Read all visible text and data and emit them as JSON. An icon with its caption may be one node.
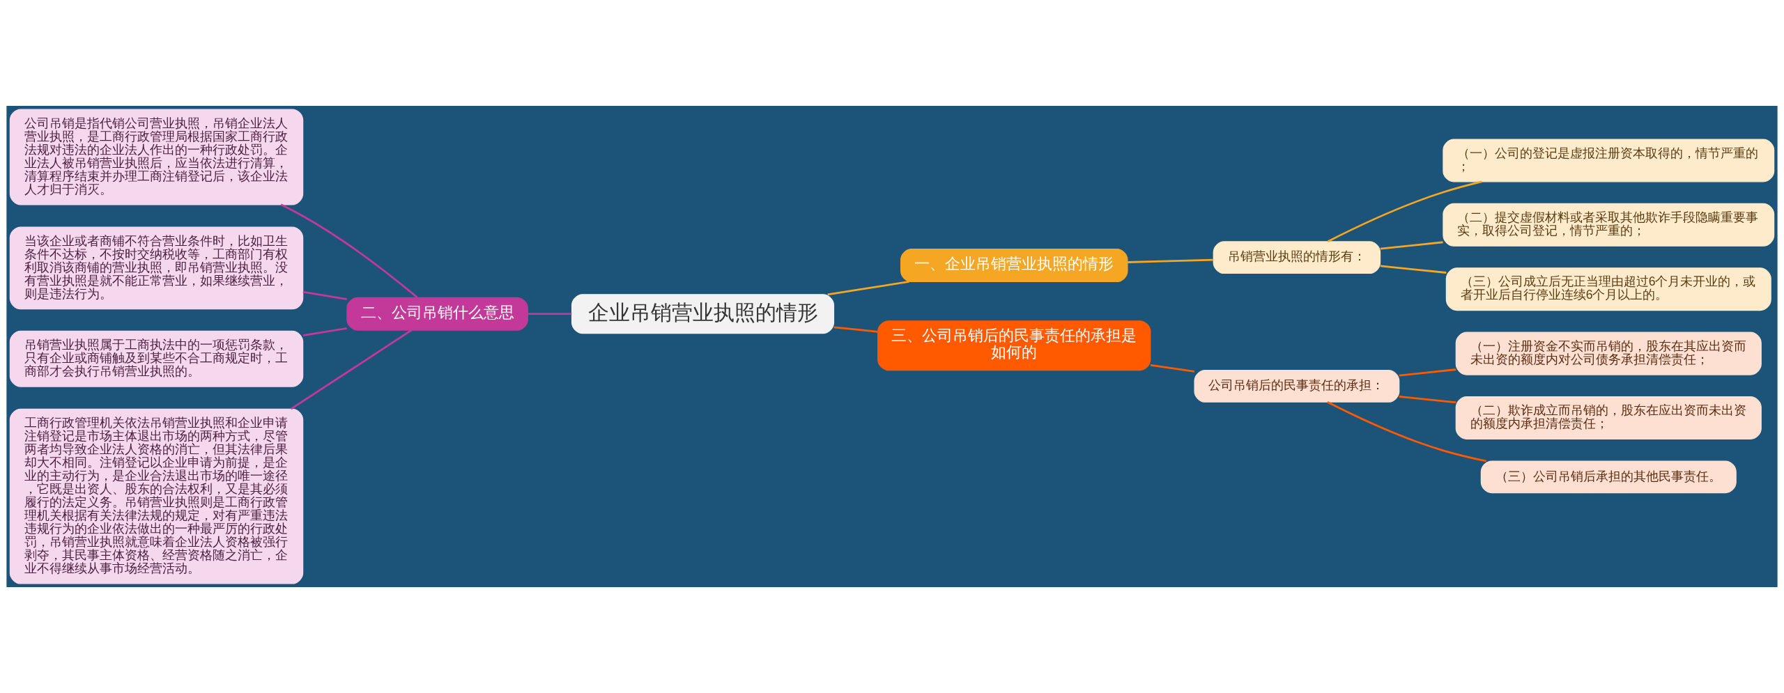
{
  "diagram": {
    "nodes": [
      {
        "text": [
          "企业吊销营业执照的情形"
        ]
      },
      {
        "text": [
          "一、企业吊销营业执照的情形"
        ]
      },
      {
        "text": [
          "吊销营业执照的情形有："
        ]
      },
      {
        "text": [
          "（一）公司的登记是虚报注册资本取得的，情节严重的；"
        ]
      },
      {
        "text": [
          "（二）提交虚假材料或者采取其他欺诈手段隐瞒重要事实，取得公司登记，情节严重的；"
        ]
      },
      {
        "text": [
          "（三）公司成立后无正当理由超过6个月未开业的，或者开业后自行停业连续6个月以上的。"
        ]
      },
      {
        "text": [
          "二、公司吊销什么意思"
        ]
      },
      {
        "text": [
          "公司吊销是指代销公司营业执照，吊销企业法人营业执照，是工商行政管理局根据国家工商行政法规对违法的企业法人作出的一种行政处罚。企业法人被吊销营业执照后，应当依法进行清算，清算程序结束并办理工商注销登记后，该企业法人才归于消灭。"
        ]
      },
      {
        "text": [
          "当该企业或者商铺不符合营业条件时，比如卫生条件不达标，不按时交纳税收等，工商部门有权利取消该商铺的营业执照，即吊销营业执照。没有营业执照是就不能正常营业，如果继续营业，则是违法行为。"
        ]
      },
      {
        "text": [
          "吊销营业执照属于工商执法中的一项惩罚条款，只有企业或商铺触及到某些不合工商规定时，工商部才会执行吊销营业执照的。"
        ]
      },
      {
        "text": [
          "工商行政管理机关依法吊销营业执照和企业申请注销登记是市场主体退出市场的两种方式，尽管两者均导致企业法人资格的消亡，但其法律后果却大不相同。注销登记以企业申请为前提，是企业的主动行为，是企业合法退出市场的唯一途径，它既是出资人、股东的合法权利，又是其必须履行的法定义务。吊销营业执照则是工商行政管理机关根据有关法律法规的规定，对有严重违法违规行为的企业依法做出的一种最严厉的行政处罚，吊销营业执照就意味着企业法人资格被强行剥夺，其民事主体资格、经营资格随之消亡，企业不得继续从事市场经营活动。"
        ]
      },
      {
        "text": [
          "三、公司吊销后的民事责任的承担是如何的"
        ]
      },
      {
        "text": [
          "公司吊销后的民事责任的承担："
        ]
      },
      {
        "text": [
          "（一）注册资金不实而吊销的，股东在其应出资而未出资的额度内对公司债务承担清偿责任；"
        ]
      },
      {
        "text": [
          "（二）欺诈成立而吊销的，股东在应出资而未出资的额度内承担清偿责任；"
        ]
      },
      {
        "text": [
          "（三）公司吊销后承担的其他民事责任。"
        ]
      }
    ],
    "edges": [
      {
        "from": 0,
        "to": 1,
        "arrow": "none",
        "color": "#f5a623"
      },
      {
        "from": 1,
        "to": 2,
        "arrow": "none",
        "color": "#f5a623"
      },
      {
        "from": 2,
        "to": 3,
        "arrow": "none",
        "color": "#f5a623"
      },
      {
        "from": 2,
        "to": 4,
        "arrow": "none",
        "color": "#f5a623"
      },
      {
        "from": 2,
        "to": 5,
        "arrow": "none",
        "color": "#f5a623"
      },
      {
        "from": 6,
        "to": 0,
        "arrow": "none",
        "color": "#c2399a"
      },
      {
        "from": 7,
        "to": 6,
        "arrow": "none",
        "color": "#c2399a"
      },
      {
        "from": 8,
        "to": 6,
        "arrow": "none",
        "color": "#c2399a"
      },
      {
        "from": 9,
        "to": 6,
        "arrow": "none",
        "color": "#c2399a"
      },
      {
        "from": 10,
        "to": 6,
        "arrow": "none",
        "color": "#c2399a"
      },
      {
        "from": 0,
        "to": 11,
        "arrow": "none",
        "color": "#ff5a00"
      },
      {
        "from": 11,
        "to": 12,
        "arrow": "none",
        "color": "#ff5a00"
      },
      {
        "from": 12,
        "to": 13,
        "arrow": "none",
        "color": "#ff5a00"
      },
      {
        "from": 12,
        "to": 14,
        "arrow": "none",
        "color": "#ff5a00"
      },
      {
        "from": 12,
        "to": 15,
        "arrow": "none",
        "color": "#ff5a00"
      }
    ]
  }
}
